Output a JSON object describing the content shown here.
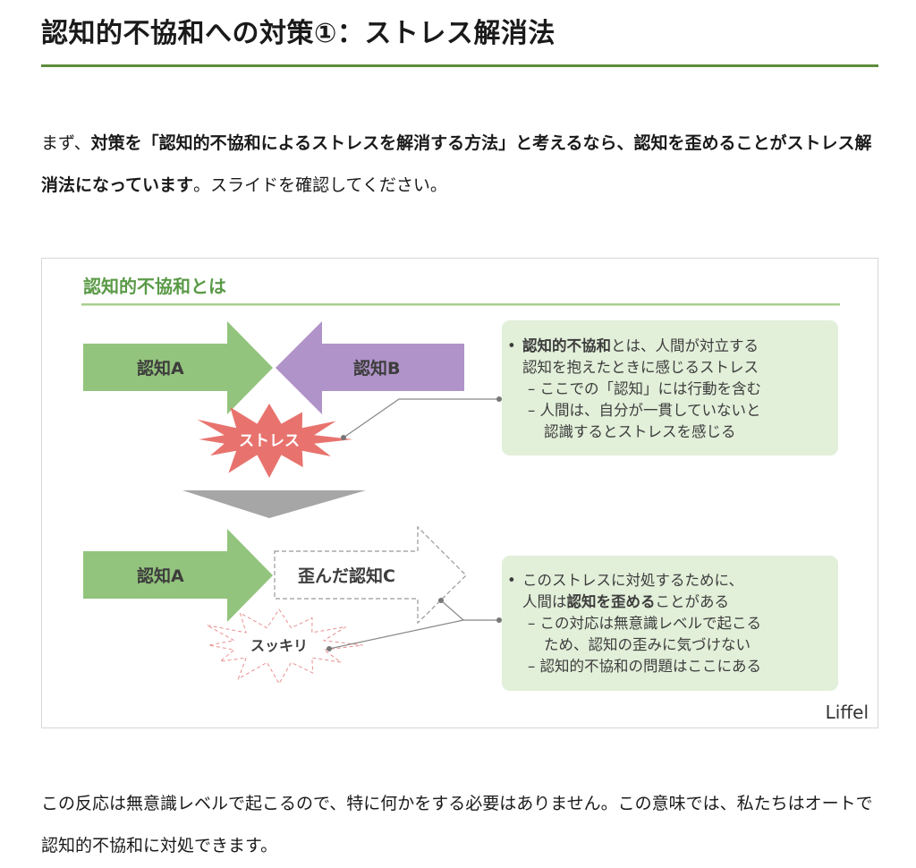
{
  "article": {
    "heading": "認知的不協和への対策①：ストレス解消法",
    "intro": {
      "s1": "まず、",
      "s2": "対策を「認知的不協和によるストレスを解消する方法」と考えるなら、認知を歪めることがストレス解消法になっています",
      "s3": "。スライドを確認してください。"
    },
    "outro": "この反応は無意識レベルで起こるので、特に何かをする必要はありません。この意味では、私たちはオートで認知的不協和に対処できます。"
  },
  "slide": {
    "title": "認知的不協和とは",
    "arrow_a": "認知A",
    "arrow_b": "認知B",
    "stress": "ストレス",
    "arrow_a2": "認知A",
    "arrow_c": "歪んだ認知C",
    "relief": "スッキリ",
    "box1": {
      "l1_bullet": "•",
      "l1_bold": "認知的不協和",
      "l1_rest": "とは、人間が対立する",
      "l2": "認知を抱えたときに感じるストレス",
      "l3": "– ここでの「認知」には行動を含む",
      "l4": "– 人間は、自分が一貫していないと",
      "l5": "認識するとストレスを感じる"
    },
    "box2": {
      "l1_bullet": "•",
      "l1": "このストレスに対処するために、",
      "l2_a": "人間は",
      "l2_bold": "認知を歪める",
      "l2_b": "ことがある",
      "l3": "– この対応は無意識レベルで起こる",
      "l4": "ため、認知の歪みに気づけない",
      "l5": "– 認知的不協和の問題はここにある"
    },
    "logo": "Liffel",
    "colors": {
      "green": "#93c47d",
      "purple": "#b093c9",
      "red": "#e8736e",
      "box": "#e2efd9",
      "title_green": "#5a9a47",
      "gray": "#a6a6a6"
    }
  }
}
